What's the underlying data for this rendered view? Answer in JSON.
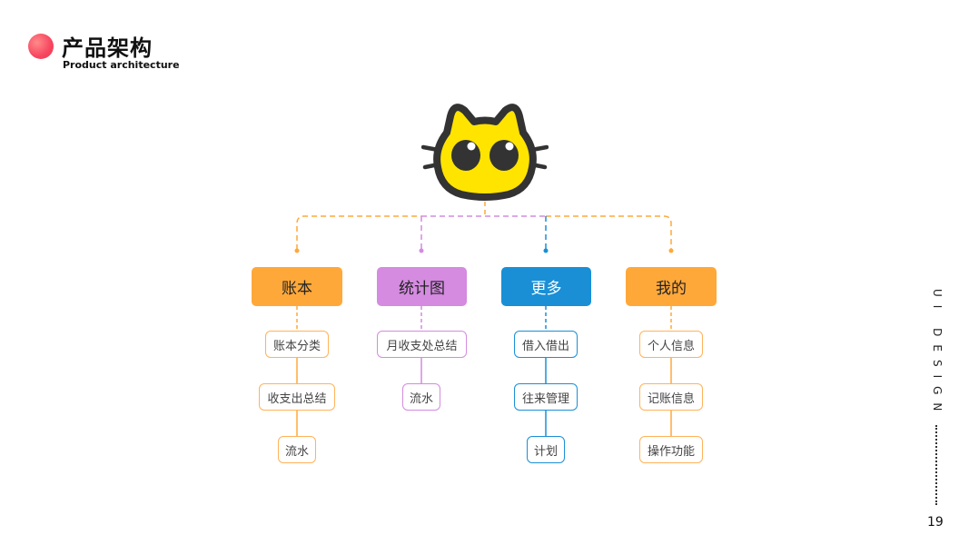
{
  "header": {
    "title": "产品架构",
    "subtitle": "Product architecture"
  },
  "side": {
    "label": "UI DESIGN",
    "page_number": "19"
  },
  "colors": {
    "orange": "#ffa83a",
    "purple": "#d48be0",
    "blue": "#1a8fd6",
    "gold": "#ffa83a",
    "accent_dot": "#f7455f"
  },
  "branches": [
    {
      "label": "账本",
      "color": "orange",
      "items": [
        "账本分类",
        "收支出总结",
        "流水"
      ]
    },
    {
      "label": "统计图",
      "color": "purple",
      "items": [
        "月收支处总结",
        "流水"
      ]
    },
    {
      "label": "更多",
      "color": "blue",
      "items": [
        "借入借出",
        "往来管理",
        "计划"
      ]
    },
    {
      "label": "我的",
      "color": "gold",
      "items": [
        "个人信息",
        "记账信息",
        "操作功能"
      ]
    }
  ]
}
